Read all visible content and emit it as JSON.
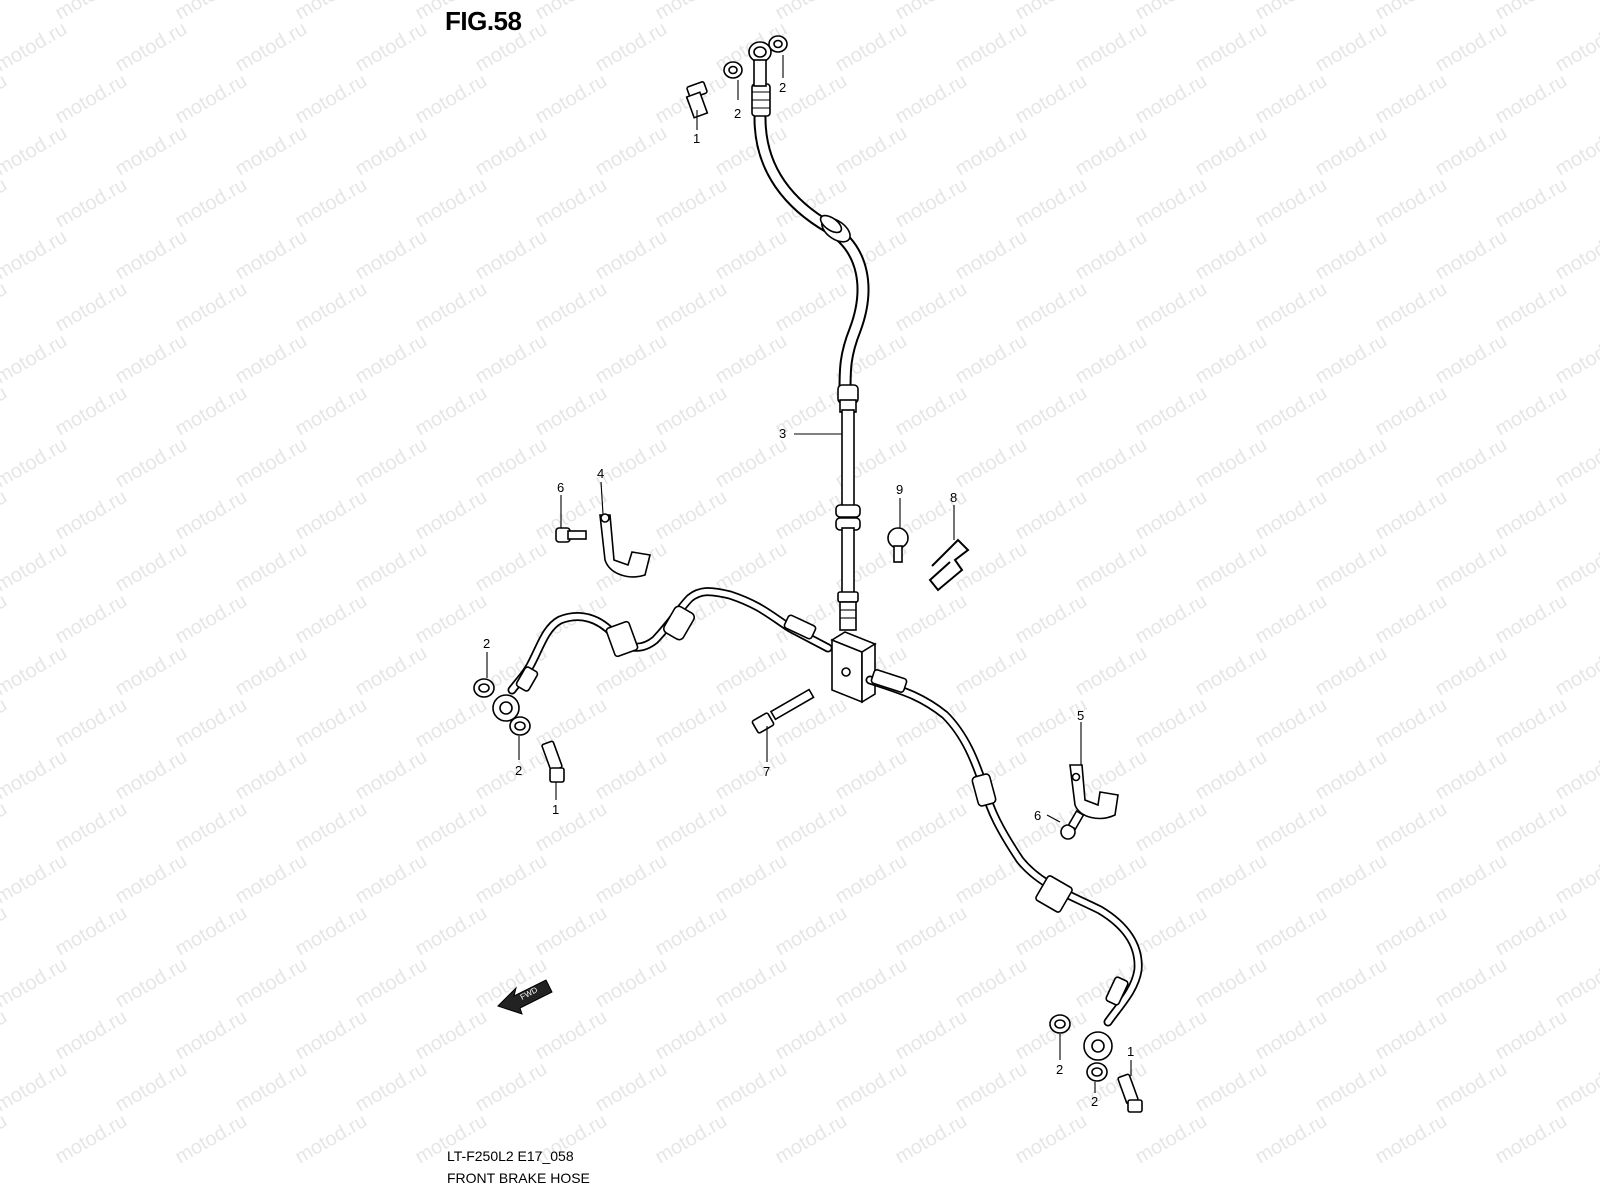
{
  "figure": {
    "title": "FIG.58",
    "model_code": "LT-F250L2 E17_058",
    "caption": "FRONT BRAKE HOSE"
  },
  "watermark": {
    "text": "motod.ru",
    "color": "#e6e6e6"
  },
  "fwd_label": "FWD",
  "callouts": [
    "1",
    "2",
    "2",
    "3",
    "4",
    "6",
    "9",
    "8",
    "2",
    "2",
    "1",
    "7",
    "5",
    "6",
    "2",
    "2",
    "1"
  ]
}
